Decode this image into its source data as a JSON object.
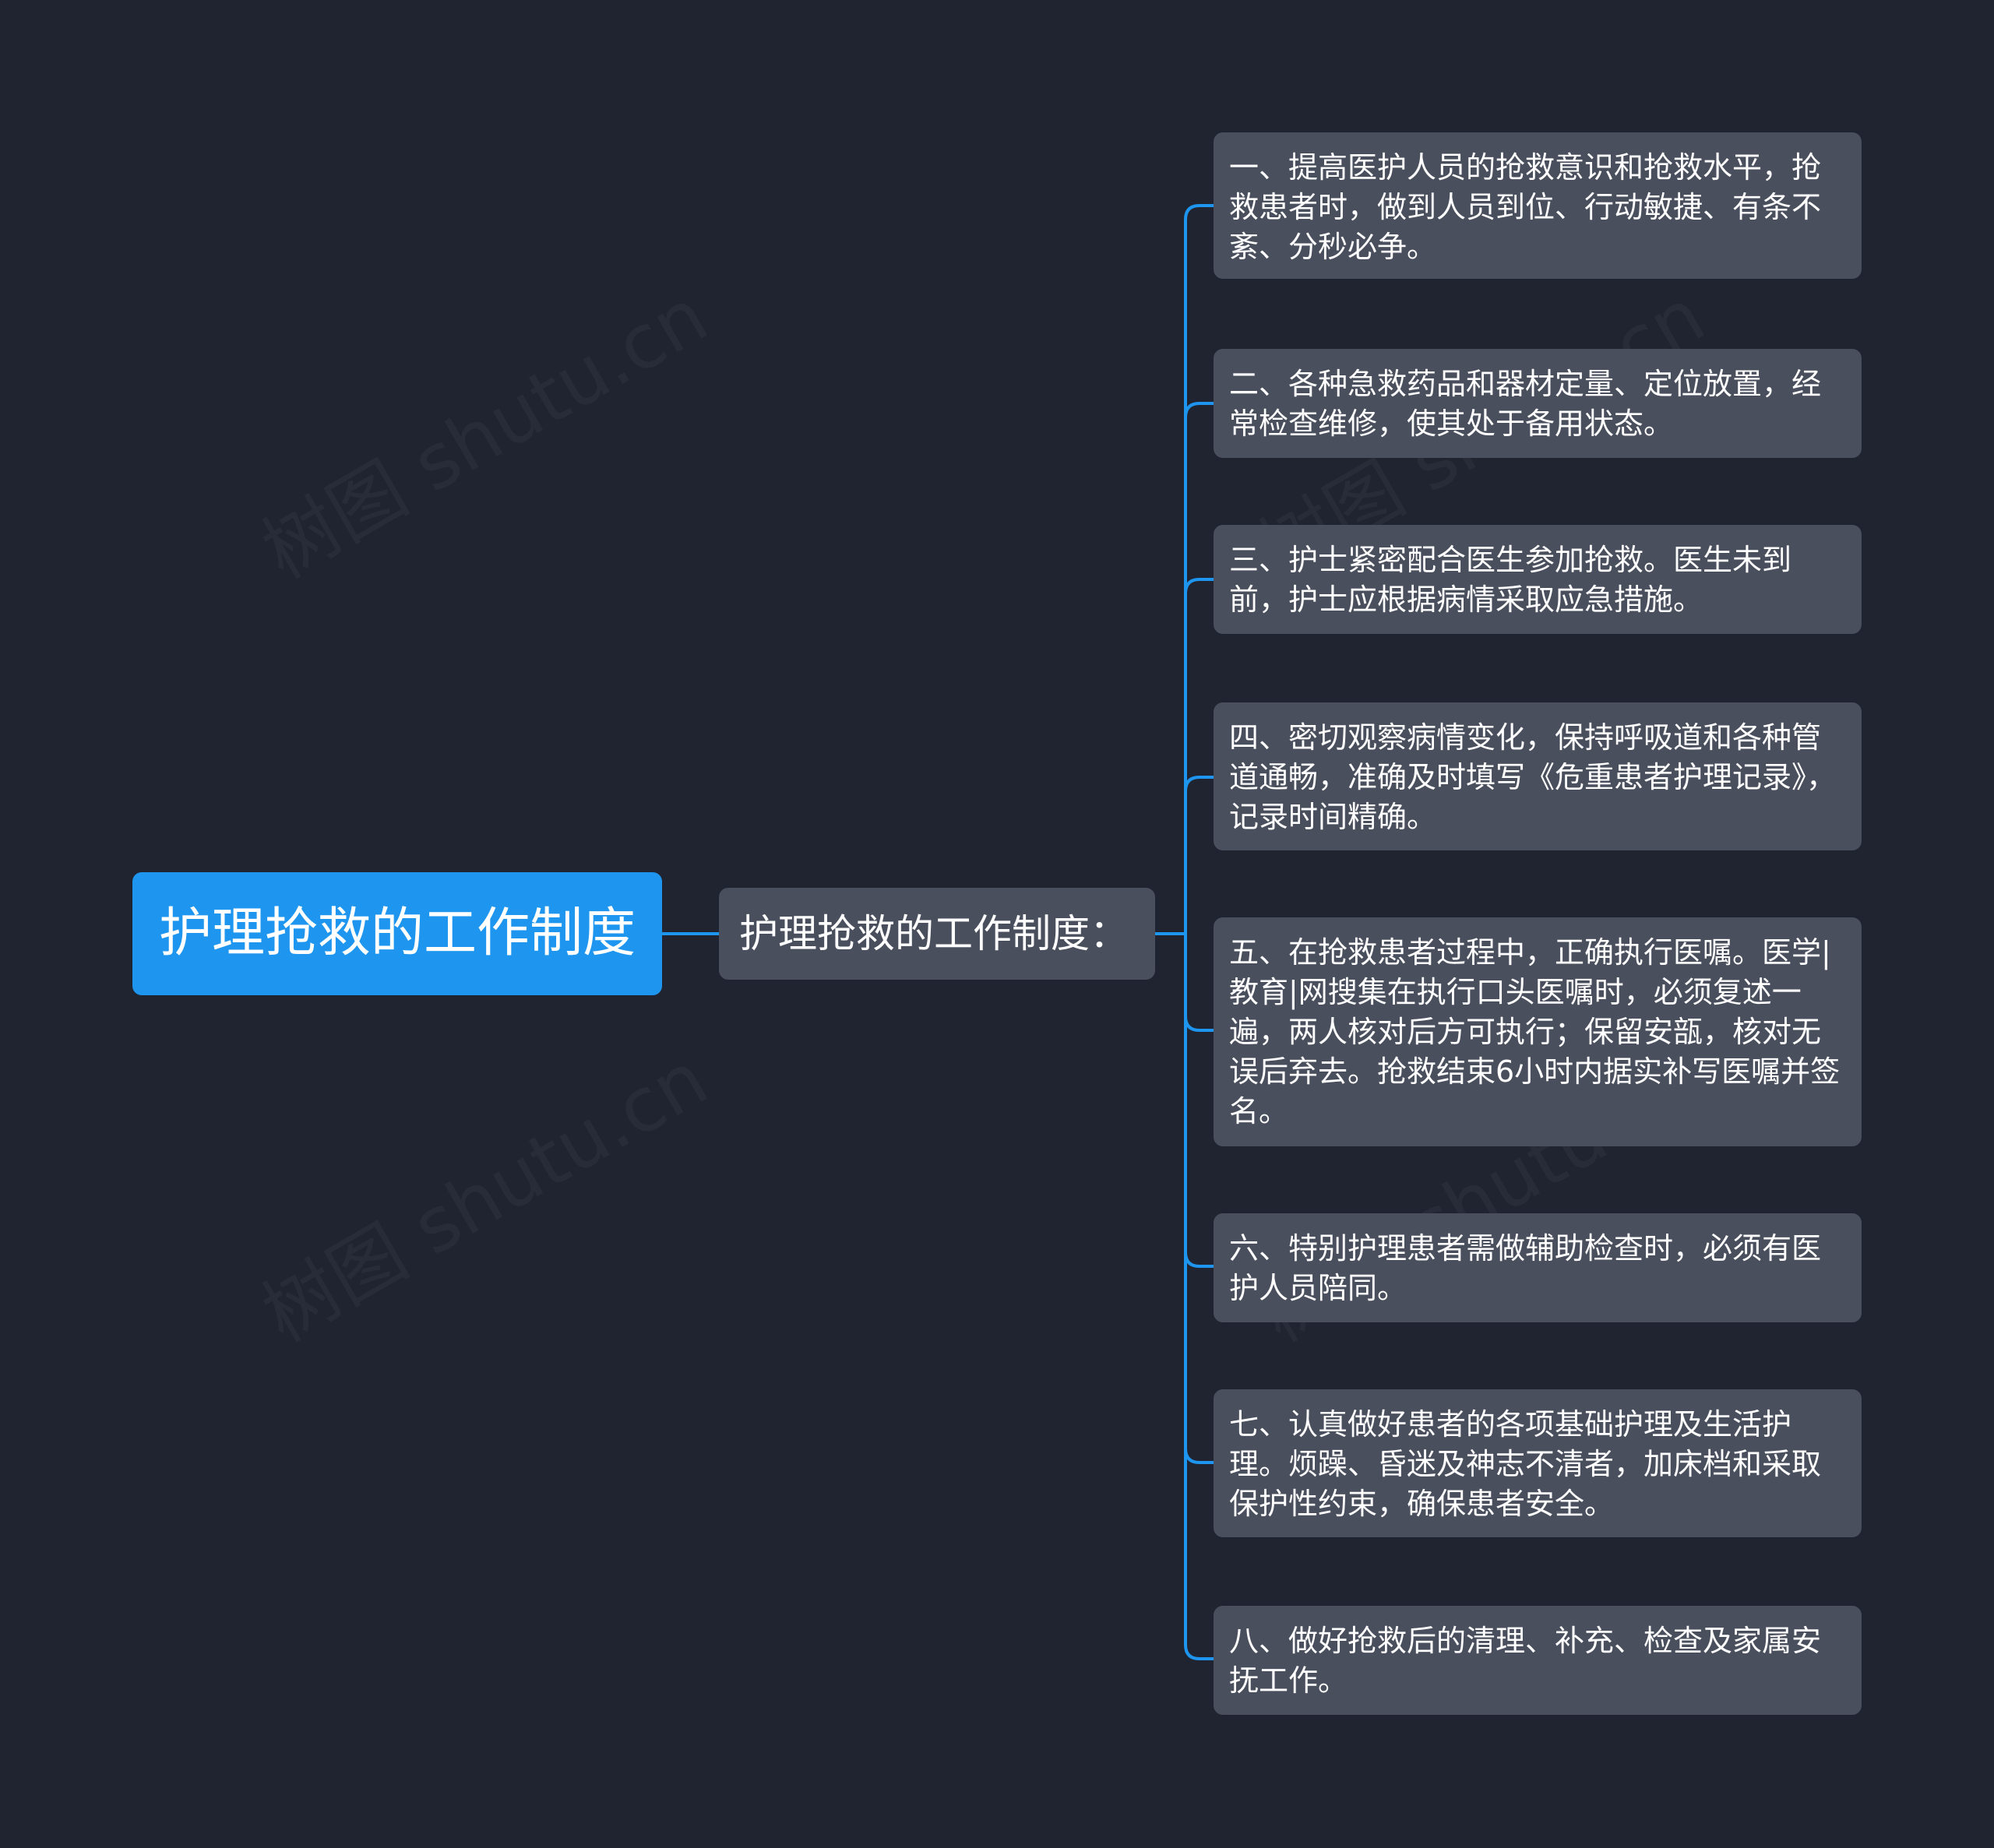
{
  "root": {
    "label": "护理抢救的工作制度"
  },
  "branch": {
    "label": "护理抢救的工作制度："
  },
  "items": [
    {
      "text": "一、提高医护人员的抢救意识和抢救水平，抢救患者时，做到人员到位、行动敏捷、有条不紊、分秒必争。"
    },
    {
      "text": "二、各种急救药品和器材定量、定位放置，经常检查维修，使其处于备用状态。"
    },
    {
      "text": "三、护士紧密配合医生参加抢救。医生未到前，护士应根据病情采取应急措施。"
    },
    {
      "text": "四、密切观察病情变化，保持呼吸道和各种管道通畅，准确及时填写《危重患者护理记录》，记录时间精确。"
    },
    {
      "text": "五、在抢救患者过程中，正确执行医嘱。医学|教育|网搜集在执行口头医嘱时，必须复述一遍，两人核对后方可执行；保留安瓿，核对无误后弃去。抢救结束6小时内据实补写医嘱并签名。"
    },
    {
      "text": "六、特别护理患者需做辅助检查时，必须有医护人员陪同。"
    },
    {
      "text": "七、认真做好患者的各项基础护理及生活护理。烦躁、昏迷及神志不清者，加床档和采取保护性约束，确保患者安全。"
    },
    {
      "text": "八、做好抢救后的清理、补充、检查及家属安抚工作。"
    }
  ],
  "watermark": "树图 shutu.cn",
  "colors": {
    "background": "#202430",
    "root_fill": "#1e96ef",
    "node_fill": "#4a4f5d",
    "connector": "#1e96ef",
    "text": "#ffffff"
  }
}
